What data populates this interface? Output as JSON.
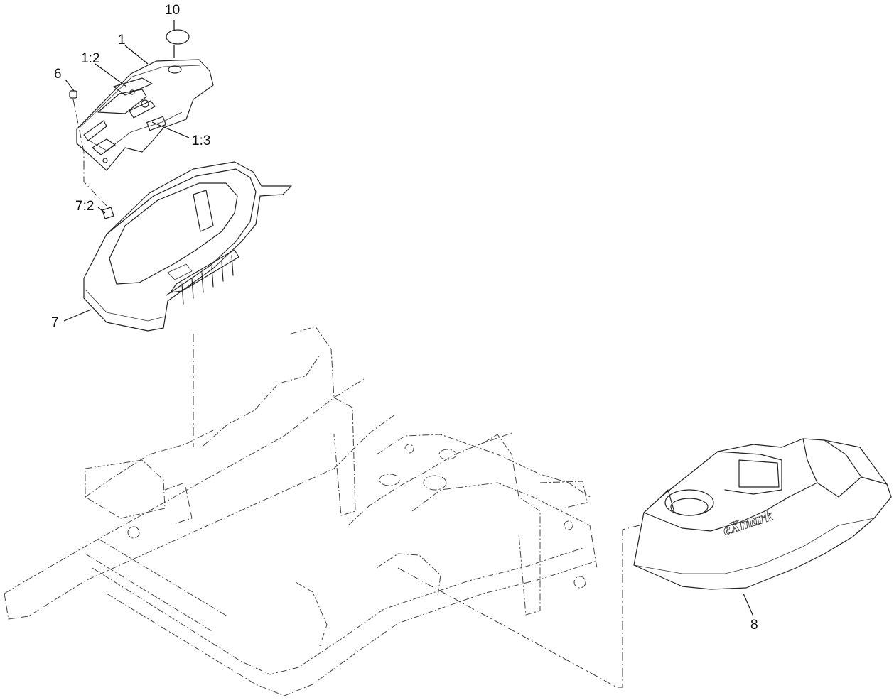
{
  "callouts": [
    {
      "id": "10",
      "text": "10"
    },
    {
      "id": "1",
      "text": "1"
    },
    {
      "id": "1-2",
      "text": "1:2"
    },
    {
      "id": "6",
      "text": "6"
    },
    {
      "id": "1-3",
      "text": "1:3"
    },
    {
      "id": "7-2",
      "text": "7:2"
    },
    {
      "id": "7",
      "text": "7"
    },
    {
      "id": "8",
      "text": "8"
    }
  ],
  "brand_mark": "eXmark"
}
